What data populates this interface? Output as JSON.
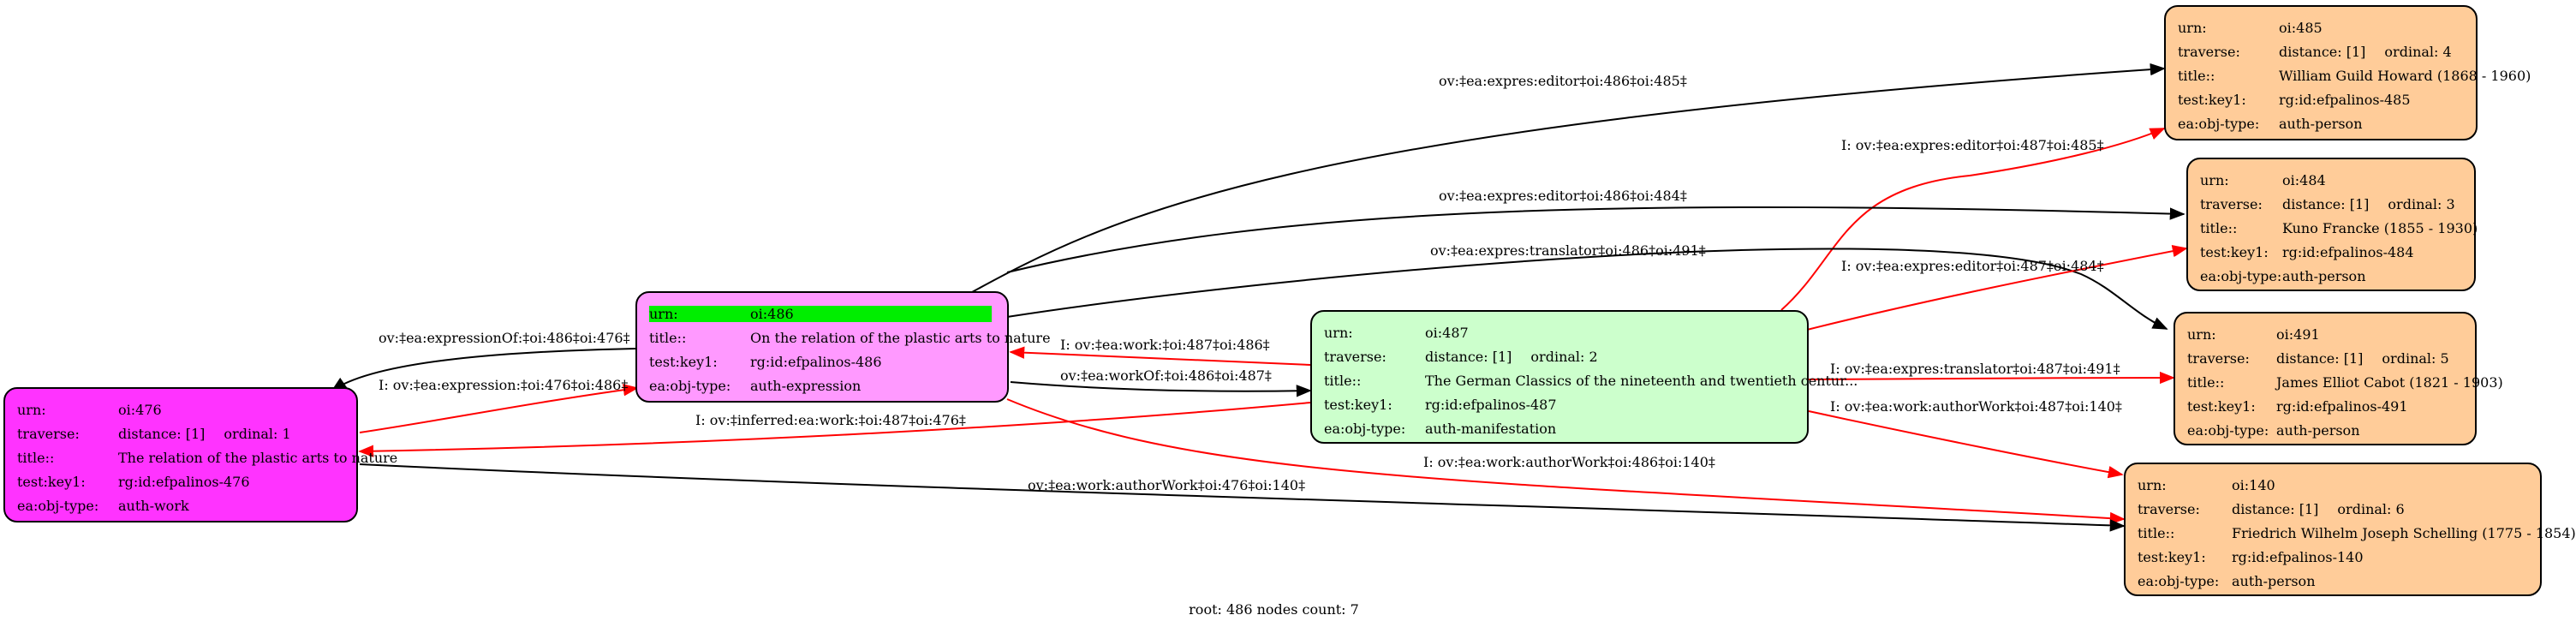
{
  "colors": {
    "auth_work": "#ff33ff",
    "auth_expression": "#ff99ff",
    "auth_manifestation": "#ccffcc",
    "auth_person": "#ffcc99",
    "highlight": "#00ee00",
    "edge_black": "#000000",
    "edge_red": "#ff0000"
  },
  "nodes": {
    "n476": {
      "urn": {
        "k": "urn:",
        "v": "oi:476"
      },
      "traverse": {
        "k": "traverse:",
        "v": "distance: [1]",
        "v2": "ordinal: 1"
      },
      "title": {
        "k": "title::",
        "v": "The relation of the plastic arts to nature"
      },
      "testkey": {
        "k": "test:key1:",
        "v": "rg:id:efpalinos-476"
      },
      "objtype": {
        "k": "ea:obj-type:",
        "v": "auth-work"
      }
    },
    "n486": {
      "urn": {
        "k": "urn:",
        "v": "oi:486"
      },
      "title": {
        "k": "title::",
        "v": "On the relation of the plastic arts to nature"
      },
      "testkey": {
        "k": "test:key1:",
        "v": "rg:id:efpalinos-486"
      },
      "objtype": {
        "k": "ea:obj-type:",
        "v": "auth-expression"
      }
    },
    "n487": {
      "urn": {
        "k": "urn:",
        "v": "oi:487"
      },
      "traverse": {
        "k": "traverse:",
        "v": "distance: [1]",
        "v2": "ordinal: 2"
      },
      "title": {
        "k": "title::",
        "v": "The German Classics of the nineteenth and twentieth centur..."
      },
      "testkey": {
        "k": "test:key1:",
        "v": "rg:id:efpalinos-487"
      },
      "objtype": {
        "k": "ea:obj-type:",
        "v": "auth-manifestation"
      }
    },
    "n485": {
      "urn": {
        "k": "urn:",
        "v": "oi:485"
      },
      "traverse": {
        "k": "traverse:",
        "v": "distance: [1]",
        "v2": "ordinal: 4"
      },
      "title": {
        "k": "title::",
        "v": "William Guild Howard (1868 - 1960)"
      },
      "testkey": {
        "k": "test:key1:",
        "v": "rg:id:efpalinos-485"
      },
      "objtype": {
        "k": "ea:obj-type:",
        "v": "auth-person"
      }
    },
    "n484": {
      "urn": {
        "k": "urn:",
        "v": "oi:484"
      },
      "traverse": {
        "k": "traverse:",
        "v": "distance: [1]",
        "v2": "ordinal: 3"
      },
      "title": {
        "k": "title::",
        "v": "Kuno Francke (1855 - 1930)"
      },
      "testkey": {
        "k": "test:key1:",
        "v": "rg:id:efpalinos-484"
      },
      "objtype": {
        "k": "ea:obj-type:",
        "v": "auth-person"
      }
    },
    "n491": {
      "urn": {
        "k": "urn:",
        "v": "oi:491"
      },
      "traverse": {
        "k": "traverse:",
        "v": "distance: [1]",
        "v2": "ordinal: 5"
      },
      "title": {
        "k": "title::",
        "v": "James Elliot Cabot (1821 - 1903)"
      },
      "testkey": {
        "k": "test:key1:",
        "v": "rg:id:efpalinos-491"
      },
      "objtype": {
        "k": "ea:obj-type:",
        "v": "auth-person"
      }
    },
    "n140": {
      "urn": {
        "k": "urn:",
        "v": "oi:140"
      },
      "traverse": {
        "k": "traverse:",
        "v": "distance: [1]",
        "v2": "ordinal: 6"
      },
      "title": {
        "k": "title::",
        "v": "Friedrich Wilhelm Joseph Schelling (1775 - 1854)"
      },
      "testkey": {
        "k": "test:key1:",
        "v": "rg:id:efpalinos-140"
      },
      "objtype": {
        "k": "ea:obj-type:",
        "v": "auth-person"
      }
    }
  },
  "edges": [
    {
      "label": "ov:‡ea:expres:editor‡oi:486‡oi:485‡",
      "color": "black"
    },
    {
      "label": "I: ov:‡ea:expres:editor‡oi:487‡oi:485‡",
      "color": "red"
    },
    {
      "label": "ov:‡ea:expres:editor‡oi:486‡oi:484‡",
      "color": "black"
    },
    {
      "label": "ov:‡ea:expres:translator‡oi:486‡oi:491‡",
      "color": "black"
    },
    {
      "label": "I: ov:‡ea:expres:editor‡oi:487‡oi:484‡",
      "color": "red"
    },
    {
      "label": "ov:‡ea:expressionOf:‡oi:486‡oi:476‡",
      "color": "black"
    },
    {
      "label": "I: ov:‡ea:expression:‡oi:476‡oi:486‡",
      "color": "red"
    },
    {
      "label": "I: ov:‡ea:work:‡oi:487‡oi:486‡",
      "color": "red"
    },
    {
      "label": "ov:‡ea:workOf:‡oi:486‡oi:487‡",
      "color": "black"
    },
    {
      "label": "I: ov:‡inferred:ea:work:‡oi:487‡oi:476‡",
      "color": "red"
    },
    {
      "label": "I: ov:‡ea:expres:translator‡oi:487‡oi:491‡",
      "color": "red"
    },
    {
      "label": "I: ov:‡ea:work:authorWork‡oi:487‡oi:140‡",
      "color": "red"
    },
    {
      "label": "I: ov:‡ea:work:authorWork‡oi:486‡oi:140‡",
      "color": "red"
    },
    {
      "label": "ov:‡ea:work:authorWork‡oi:476‡oi:140‡",
      "color": "black"
    }
  ],
  "footer": "root: 486 nodes count: 7"
}
